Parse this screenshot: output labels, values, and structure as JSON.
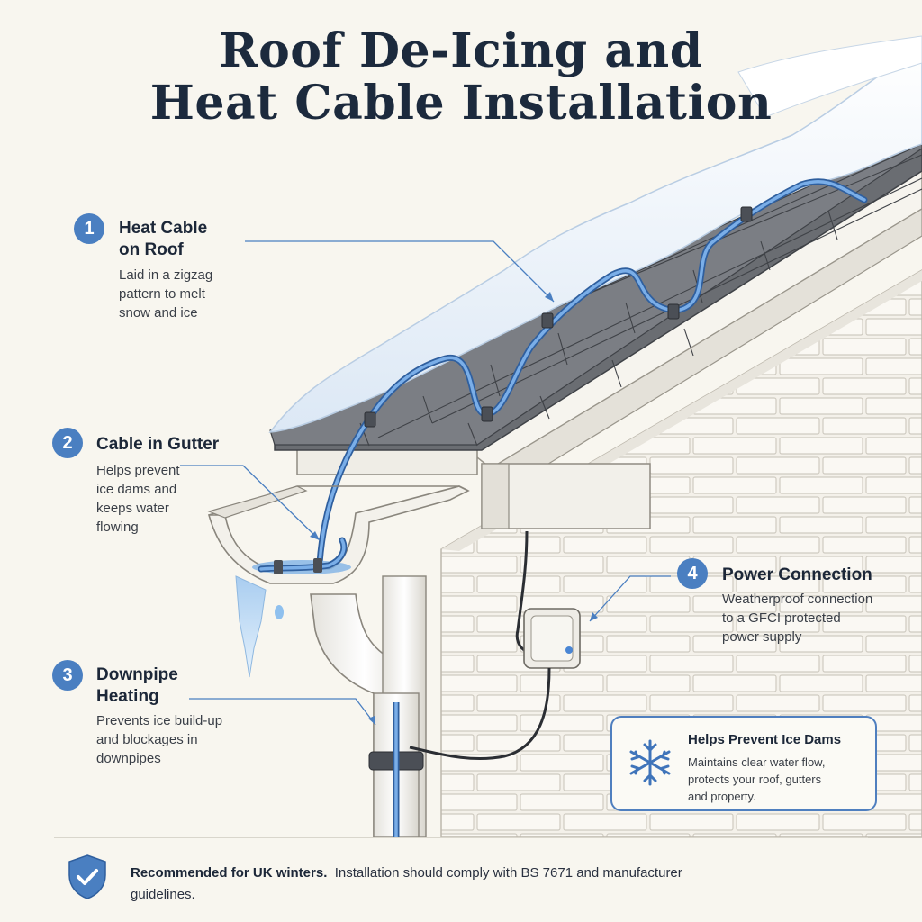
{
  "title": {
    "line1": "Roof De-Icing and",
    "line2": "Heat Cable Installation"
  },
  "callouts": [
    {
      "number": "1",
      "heading": "Heat Cable\non Roof",
      "description": "Laid in a zigzag\npattern to melt\nsnow and ice"
    },
    {
      "number": "2",
      "heading": "Cable in Gutter",
      "description": "Helps prevent\nice dams and\nkeeps water\nflowing"
    },
    {
      "number": "3",
      "heading": "Downpipe\nHeating",
      "description": "Prevents ice build-up\nand blockages in\ndownpipes"
    },
    {
      "number": "4",
      "heading": "Power Connection",
      "description": "Weatherproof connection\nto a GFCI protected\npower supply"
    }
  ],
  "info_box": {
    "title": "Helps Prevent Ice Dams",
    "description": "Maintains clear water flow,\nprotects your roof, gutters\nand property.",
    "icon": "snowflake-icon"
  },
  "footer": {
    "bold": "Recommended for UK winters.",
    "text": "Installation should comply with BS 7671 and manufacturer guidelines.",
    "icon": "shield-check-icon"
  },
  "colors": {
    "accent": "#4a7fc1",
    "cable": "#5a8fd6",
    "background": "#f8f6ef",
    "title": "#1c2a3d"
  }
}
